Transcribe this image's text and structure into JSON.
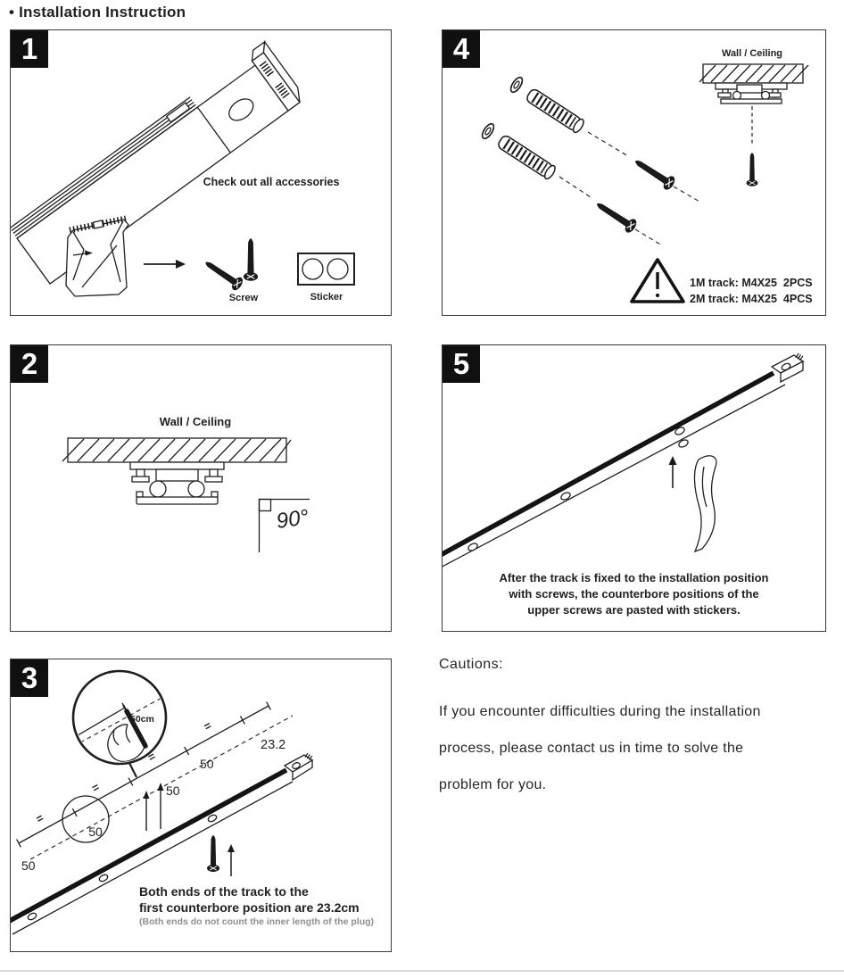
{
  "page": {
    "title": "• Installation Instruction"
  },
  "steps": {
    "s1": {
      "number": "1",
      "caption": "Check out all accessories",
      "screw_label": "Screw",
      "sticker_label": "Sticker"
    },
    "s2": {
      "number": "2",
      "wall_label": "Wall / Ceiling",
      "angle_label": "90°"
    },
    "s3": {
      "number": "3",
      "magnifier_label": "50cm",
      "equal_mark": "=",
      "dims": [
        "50",
        "50",
        "50",
        "50"
      ],
      "end_dim": "23.2",
      "caption_line1": "Both ends of the track to the",
      "caption_line2": "first counterbore position are 23.2cm",
      "caption_note": "(Both ends do not count the inner length of the plug)"
    },
    "s4": {
      "number": "4",
      "wall_label": "Wall / Ceiling",
      "note_line1": "1M track: M4X25  2PCS",
      "note_line2": "2M track: M4X25  4PCS"
    },
    "s5": {
      "number": "5",
      "caption_line1": "After the track is fixed to the installation position",
      "caption_line2": "with screws, the counterbore positions of the",
      "caption_line3": "upper screws are pasted with stickers."
    }
  },
  "cautions": {
    "heading": "Cautions:",
    "line1": "If you encounter difficulties during the installation",
    "line2": "process, please contact us in time to solve the",
    "line3": "problem for you."
  }
}
